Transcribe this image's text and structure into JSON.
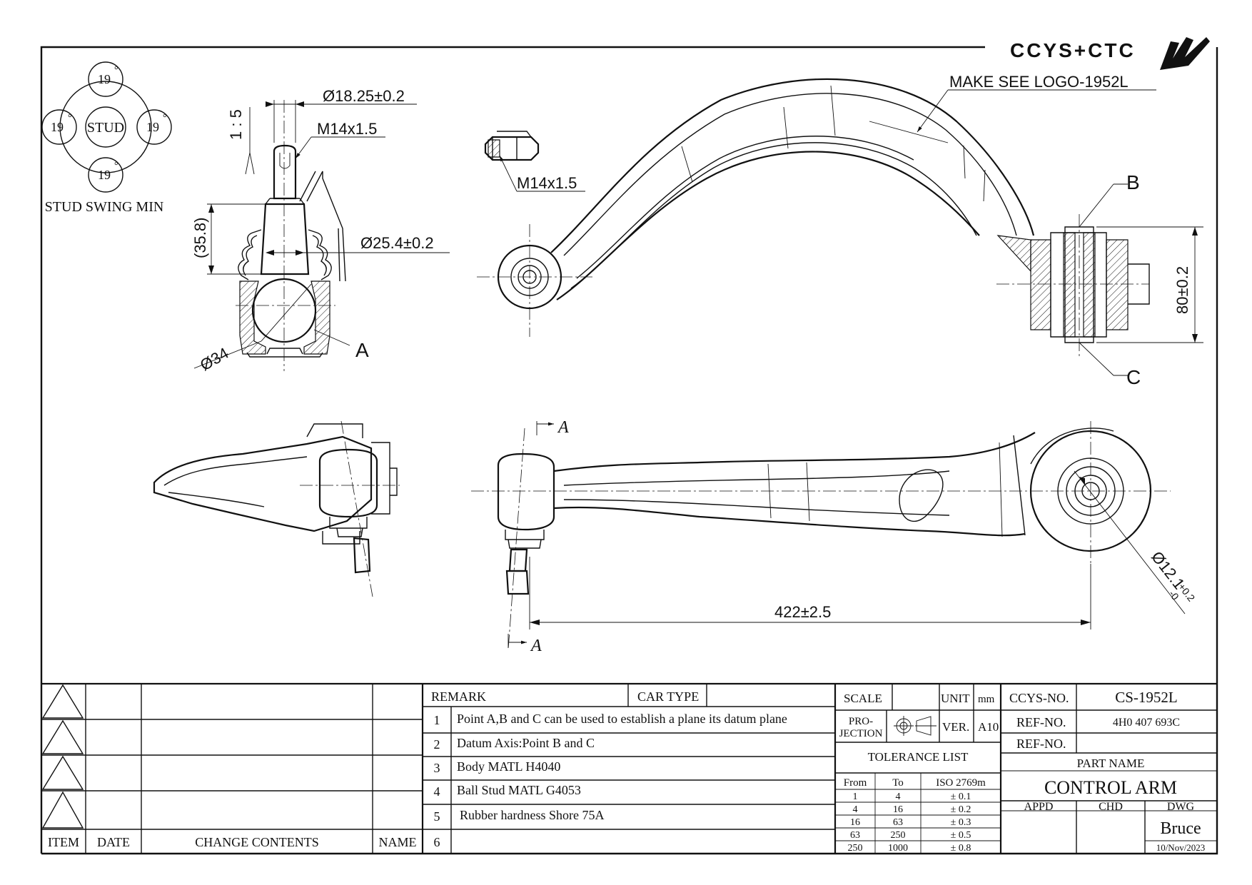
{
  "logo": {
    "text": "CCYS+CTC"
  },
  "notes": {
    "logo_note": "MAKE SEE LOGO-1952L",
    "scale_detail": "1 : 5",
    "swing_caption": "STUD SWING MIN",
    "swing_center": "STUD",
    "swing_angles": [
      "19",
      "19",
      "19",
      "19"
    ],
    "swing_degree_mark": "°"
  },
  "dimensions": {
    "stud_dia": "Ø18.25±0.2",
    "stud_thread": "M14x1.5",
    "boot_dia": "Ø25.4±0.2",
    "ref_height": "(35.8)",
    "ball_dia": "Ø34",
    "nut_thread": "M14x1.5",
    "bushing_height": "80±0.2",
    "length": "422±2.5",
    "bore_dia": "Ø12.1",
    "bore_tol_upper": "+0.2",
    "bore_tol_lower": "-0"
  },
  "points": {
    "a": "A",
    "b": "B",
    "c": "C",
    "section_a": "A"
  },
  "revision_table": {
    "headers": {
      "item": "ITEM",
      "date": "DATE",
      "change": "CHANGE CONTENTS",
      "name": "NAME"
    }
  },
  "remarks": {
    "remark_label": "REMARK",
    "car_type_label": "CAR TYPE",
    "rows": [
      {
        "num": "1",
        "text": "Point A,B and C can be used to establish a plane its datum plane"
      },
      {
        "num": "2",
        "text": "Datum Axis:Point B and C"
      },
      {
        "num": "3",
        "text": "Body MATL H4040"
      },
      {
        "num": "4",
        "text": "Ball Stud MATL G4053"
      },
      {
        "num": "5",
        "text": "Rubber hardness Shore 75A"
      },
      {
        "num": "6",
        "text": ""
      }
    ]
  },
  "spec": {
    "scale_label": "SCALE",
    "unit_label": "UNIT",
    "unit_value": "mm",
    "projection_label_1": "PRO-",
    "projection_label_2": "JECTION",
    "ver_label": "VER.",
    "ver_value": "A10",
    "tolerance_title": "TOLERANCE LIST",
    "tolerance_headers": [
      "From",
      "To",
      "ISO 2769m"
    ],
    "tolerance_rows": [
      [
        "1",
        "4",
        "± 0.1"
      ],
      [
        "4",
        "16",
        "± 0.2"
      ],
      [
        "16",
        "63",
        "± 0.3"
      ],
      [
        "63",
        "250",
        "± 0.5"
      ],
      [
        "250",
        "1000",
        "± 0.8"
      ]
    ]
  },
  "title_block": {
    "ccys_no_label": "CCYS-NO.",
    "ccys_no": "CS-1952L",
    "ref_no_label": "REF-NO.",
    "ref_no": "4H0 407 693C",
    "ref_no_label_2": "REF-NO.",
    "ref_no_2": "",
    "part_name_label": "PART NAME",
    "part_name": "CONTROL ARM",
    "appd_label": "APPD",
    "chd_label": "CHD",
    "dwg_label": "DWG",
    "drawn_by": "Bruce",
    "date": "10/Nov/2023"
  }
}
